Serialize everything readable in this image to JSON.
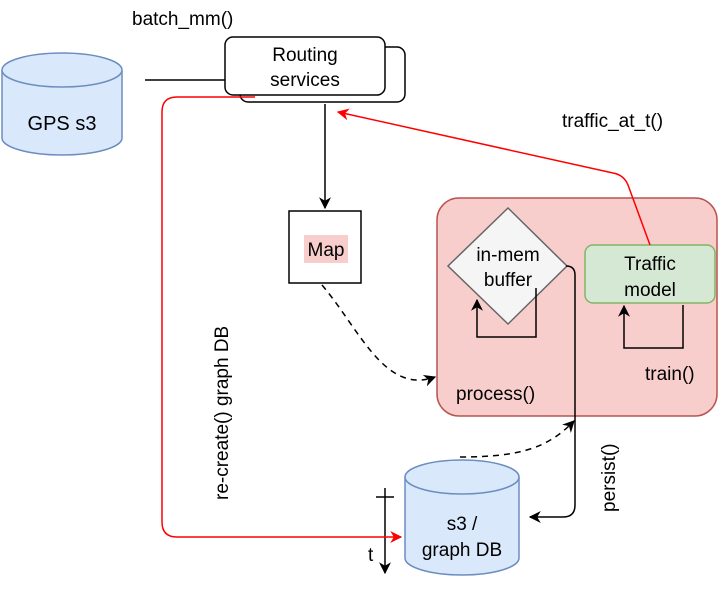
{
  "labels": {
    "batch_call": "batch_mm()",
    "routing_line1": "Routing",
    "routing_line2": "services",
    "gps_store": "GPS s3",
    "traffic_call": "traffic_at_t()",
    "map": "Map",
    "buffer_line1": "in-mem",
    "buffer_line2": "buffer",
    "model_line1": "Traffic",
    "model_line2": "model",
    "train_call": "train()",
    "process_call": "process()",
    "persist_call": "persist()",
    "recreate_call": "re-create() graph DB",
    "graphdb_line1": "s3 /",
    "graphdb_line2": "graph DB",
    "time_axis": "t"
  },
  "colors": {
    "db_fill": "#dae8fc",
    "db_stroke": "#6c8ebf",
    "process_fill": "#f8cecc",
    "process_stroke": "#b85450",
    "model_fill": "#d5e8d4",
    "model_stroke": "#82b366",
    "red_edge": "#ff0000"
  }
}
